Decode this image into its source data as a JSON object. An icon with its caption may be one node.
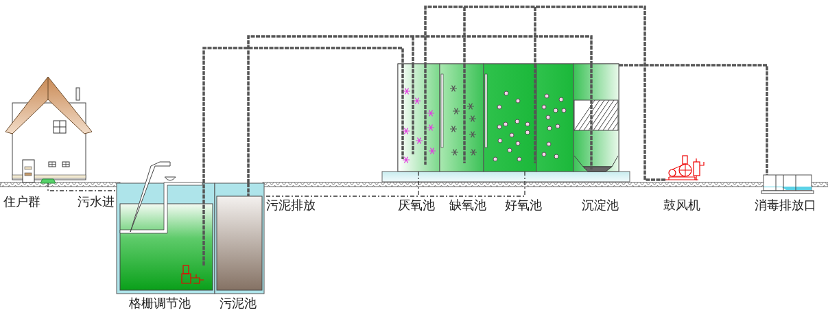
{
  "diagram": {
    "nodes": [
      {
        "text": [],
        "shape": "picture"
      },
      {
        "text": [],
        "shape": "box"
      },
      {
        "text": [],
        "shape": "picture",
        "in": 1
      },
      {
        "text": [],
        "shape": "box"
      },
      {
        "text": [],
        "shape": "box"
      },
      {
        "text": [],
        "shape": "picture"
      },
      {
        "text": [],
        "shape": "box"
      }
    ],
    "edges": [
      {
        "from": 0,
        "to": 1,
        "arrow": "none",
        "style": "dashed"
      },
      {
        "from": 2,
        "to": 4,
        "arrow": "none"
      },
      {
        "from": 3,
        "to": 4,
        "arrow": "none"
      },
      {
        "from": 5,
        "to": 4,
        "arrow": "none"
      },
      {
        "from": 4,
        "to": 6,
        "arrow": "none"
      },
      {
        "from": 4,
        "to": 3,
        "arrow": "none",
        "style": "dashed"
      }
    ],
    "labels": [
      "住户群",
      "污水进",
      "污泥排放",
      "厌氧池",
      "缺氧池",
      "好氧池",
      "沉淀池",
      "鼓风机",
      "消毒排放口",
      "格栅调节池",
      "污泥池"
    ]
  }
}
